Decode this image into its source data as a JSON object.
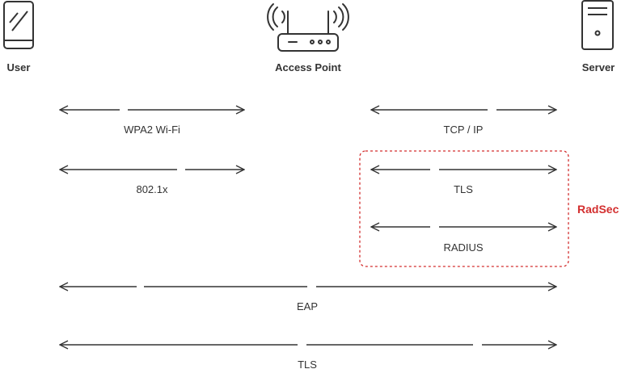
{
  "entities": {
    "user": {
      "label": "User",
      "icon": "smartphone-icon"
    },
    "access_point": {
      "label": "Access Point",
      "icon": "wifi-router-icon"
    },
    "server": {
      "label": "Server",
      "icon": "server-tower-icon"
    }
  },
  "links": [
    {
      "id": "wpa2",
      "label": "WPA2 Wi-Fi",
      "from": "User",
      "to": "Access Point"
    },
    {
      "id": "tcpip",
      "label": "TCP / IP",
      "from": "Access Point",
      "to": "Server"
    },
    {
      "id": "dot1x",
      "label": "802.1x",
      "from": "User",
      "to": "Access Point"
    },
    {
      "id": "tls_inner",
      "label": "TLS",
      "from": "Access Point",
      "to": "Server"
    },
    {
      "id": "radius",
      "label": "RADIUS",
      "from": "Access Point",
      "to": "Server"
    },
    {
      "id": "eap",
      "label": "EAP",
      "from": "User",
      "to": "Server"
    },
    {
      "id": "tls_outer",
      "label": "TLS",
      "from": "User",
      "to": "Server"
    }
  ],
  "group": {
    "label": "RadSec",
    "members": [
      "TLS",
      "RADIUS"
    ]
  },
  "colors": {
    "line": "#333333",
    "accent": "#d32f2f"
  }
}
